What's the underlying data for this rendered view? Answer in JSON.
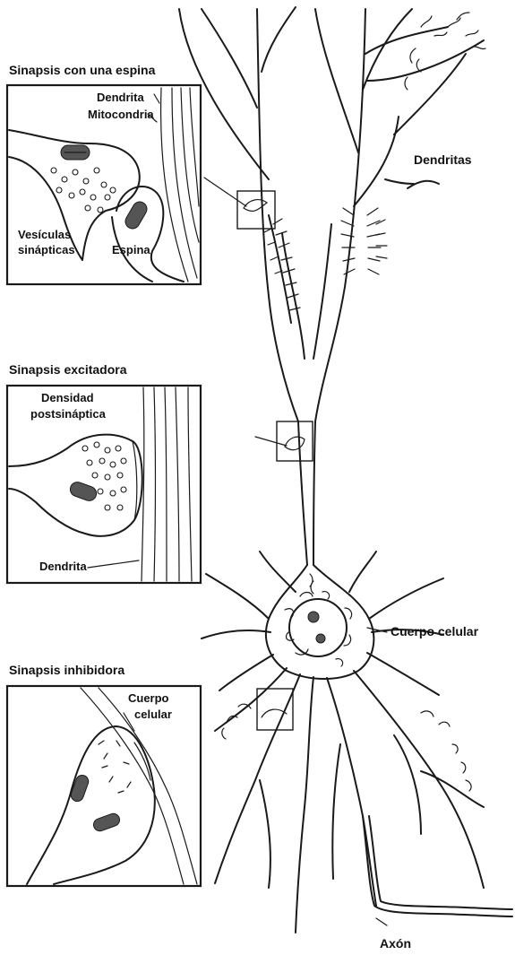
{
  "labels": {
    "synapse_spine_title": "Sinapsis con una espina",
    "dendrite_1": "Dendrita",
    "mitochondria": "Mitocondria",
    "vesicles_line1": "Vesículas",
    "vesicles_line2": "sinápticas",
    "spine": "Espina",
    "dendrites": "Dendritas",
    "synapse_excit_title": "Sinapsis excitadora",
    "density_line1": "Densidad",
    "density_line2": "postsináptica",
    "dendrite_2": "Dendrita",
    "cell_body_main": "Cuerpo celular",
    "synapse_inhib_title": "Sinapsis inhibidora",
    "cell_body_inset_line1": "Cuerpo",
    "cell_body_inset_line2": "celular",
    "axon": "Axón"
  }
}
